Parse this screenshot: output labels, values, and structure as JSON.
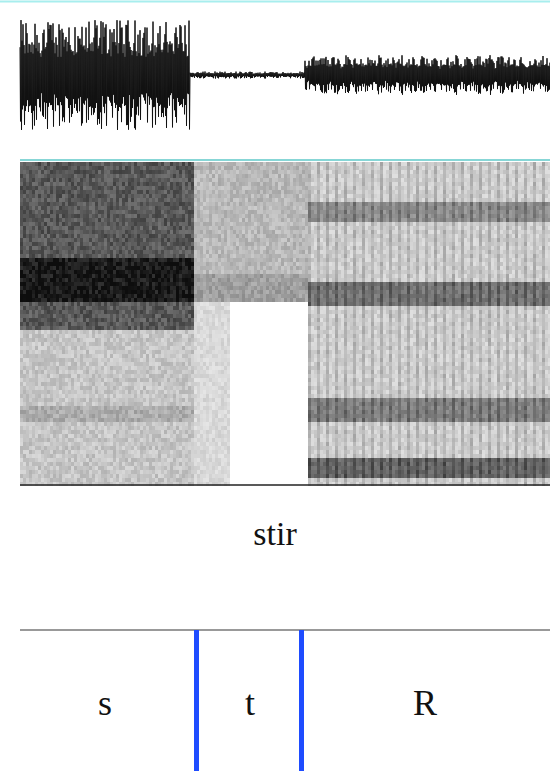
{
  "diagram": {
    "labels": [
      "stir",
      "s",
      "t",
      "R"
    ]
  }
}
